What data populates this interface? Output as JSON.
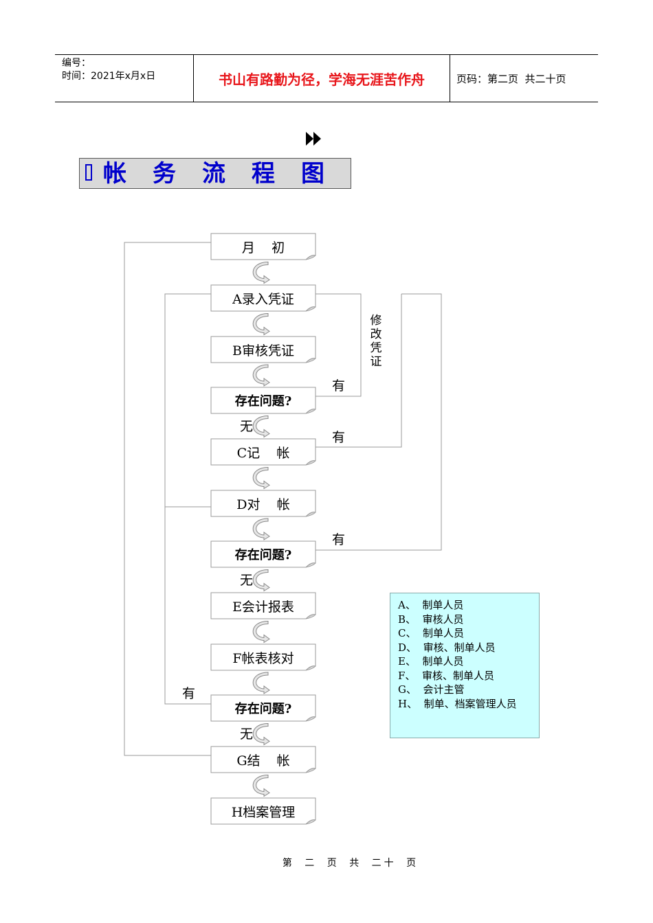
{
  "header": {
    "line1": "编号：",
    "line2": "时间：2021年x月x日",
    "motto": "书山有路勤为径，学海无涯苦作舟",
    "page_label": "页码：第二页  共二十页"
  },
  "title": {
    "icon": "square-outline-icon",
    "text": "帐务流程图"
  },
  "flow": {
    "nodes": [
      "月    初",
      "A录入凭证",
      "B审核凭证",
      "存在问题?",
      "C记    帐",
      "D对    帐",
      "存在问题?",
      "E会计报表",
      "F帐表核对",
      "存在问题?",
      "G结    帐",
      "H档案管理"
    ],
    "yes_label": "有",
    "no_label": "无",
    "side_note": "修改凭证"
  },
  "legend": {
    "items": [
      "A、  制单人员",
      "B、  审核人员",
      "C、  制单人员",
      "D、  审核、制单人员",
      "E、  制单人员",
      "F、  审核、制单人员",
      "G、  会计主管",
      "H、  制单、档案管理人员"
    ]
  },
  "footer": {
    "text": "第 二 页 共 二十 页"
  }
}
